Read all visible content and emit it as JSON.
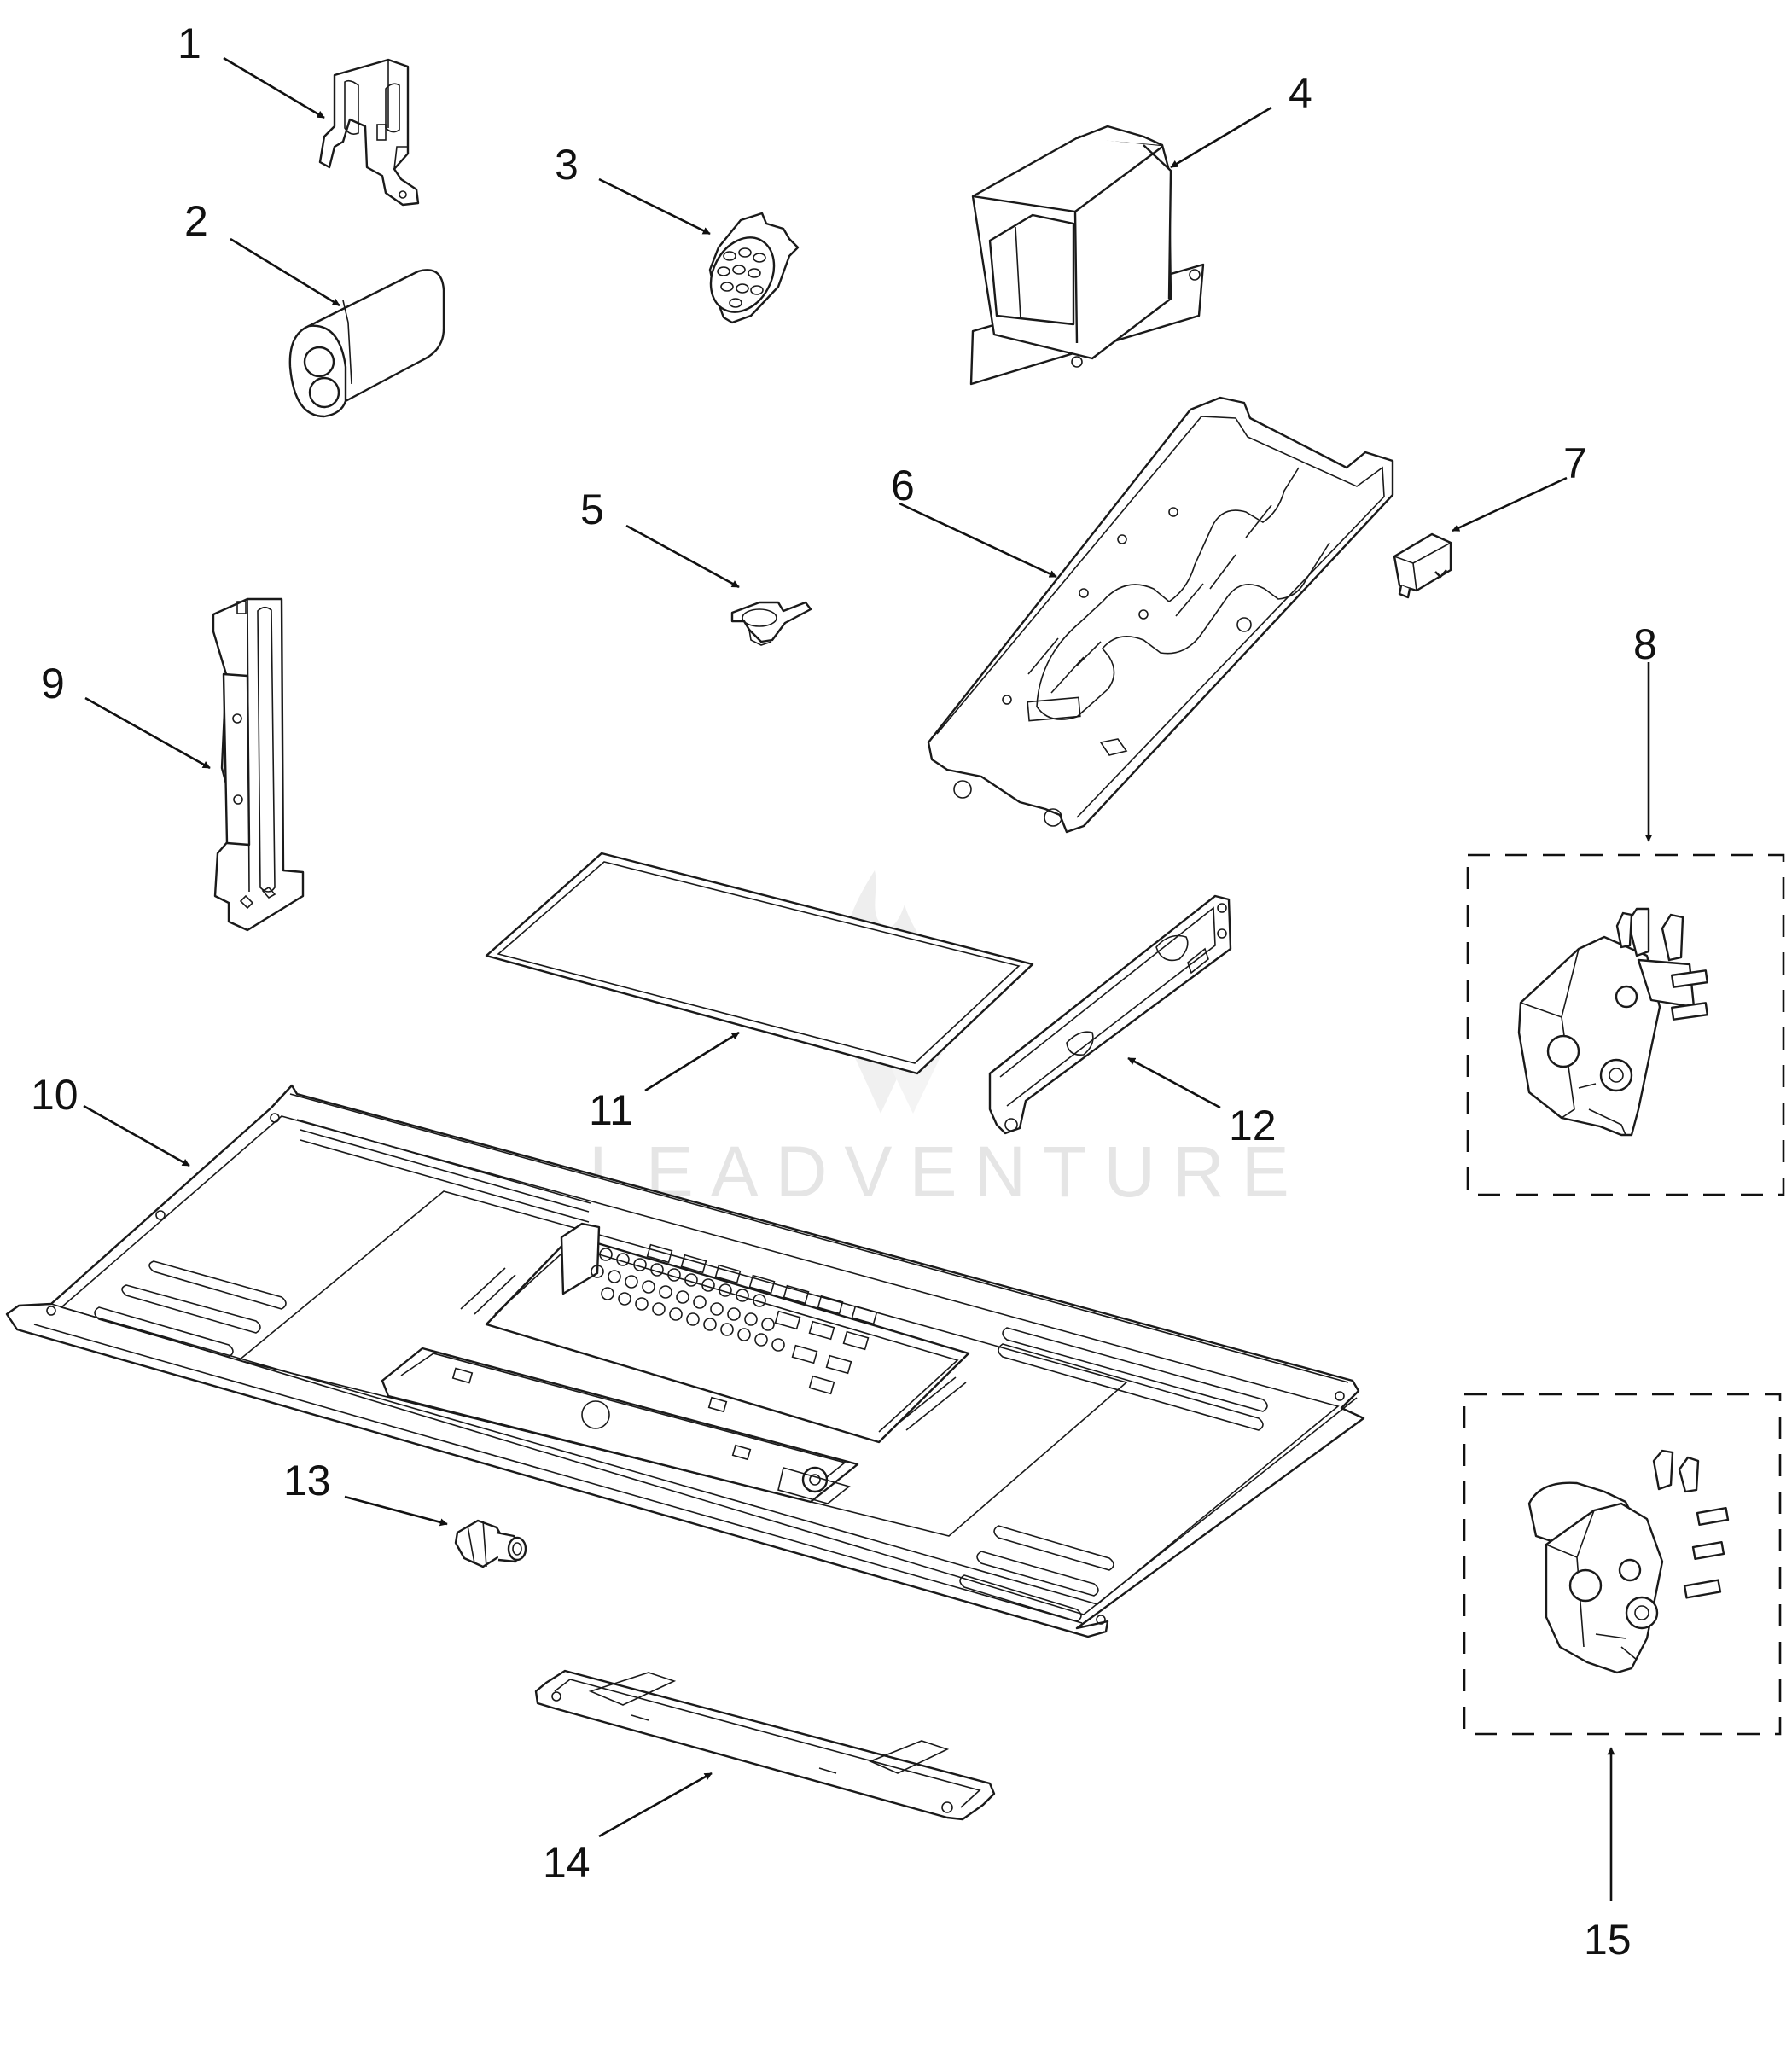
{
  "callouts": [
    {
      "id": "1",
      "label": "1"
    },
    {
      "id": "2",
      "label": "2"
    },
    {
      "id": "3",
      "label": "3"
    },
    {
      "id": "4",
      "label": "4"
    },
    {
      "id": "5",
      "label": "5"
    },
    {
      "id": "6",
      "label": "6"
    },
    {
      "id": "7",
      "label": "7"
    },
    {
      "id": "8",
      "label": "8"
    },
    {
      "id": "9",
      "label": "9"
    },
    {
      "id": "10",
      "label": "10"
    },
    {
      "id": "11",
      "label": "11"
    },
    {
      "id": "12",
      "label": "12"
    },
    {
      "id": "13",
      "label": "13"
    },
    {
      "id": "14",
      "label": "14"
    },
    {
      "id": "15",
      "label": "15"
    }
  ],
  "watermark": {
    "text": "LEADVENTURE",
    "color": "#d0d0d0"
  },
  "colors": {
    "line": "#1a1a1a",
    "background": "#ffffff"
  }
}
